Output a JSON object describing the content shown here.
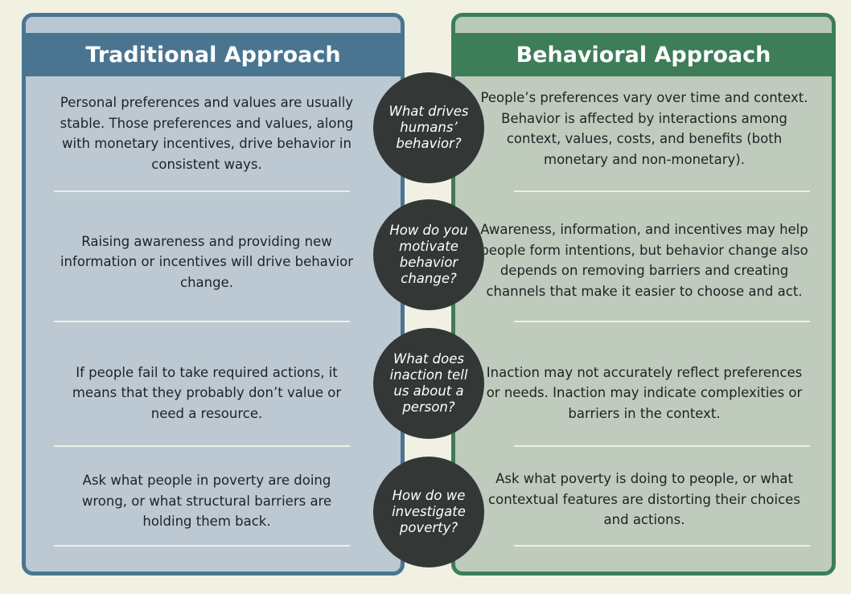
{
  "traditional": {
    "title": "Traditional Approach",
    "rows": [
      "Personal preferences and values are usually stable. Those preferences and values, along with monetary incentives, drive behavior in consistent ways.",
      "Raising awareness and providing new information or incentives will drive behavior change.",
      "If people fail to take required actions, it means that they probably don’t value or need a resource.",
      "Ask what people in poverty are doing wrong, or what structural barriers are holding them back."
    ]
  },
  "behavioral": {
    "title": "Behavioral Approach",
    "rows": [
      "People’s preferences vary over time and context. Behavior is affected by interactions among context, values, costs, and benefits (both monetary and non-monetary).",
      "Awareness, information, and incentives may help people form intentions, but behavior change also depends on removing barriers and creating channels that make it easier to choose and act.",
      "Inaction may not accurately reflect preferences or needs. Inaction may indicate complexities or barriers in the context.",
      "Ask what poverty is doing to people, or what contextual features are distorting their choices and actions."
    ]
  },
  "questions": [
    "What drives humans’ behavior?",
    "How do you motivate behavior change?",
    "What does inaction tell us about a person?",
    "How do we investigate poverty?"
  ],
  "colors": {
    "traditional_accent": "#4a7590",
    "behavioral_accent": "#3d7d58",
    "circle": "#333836",
    "background": "#f0f1e3"
  }
}
